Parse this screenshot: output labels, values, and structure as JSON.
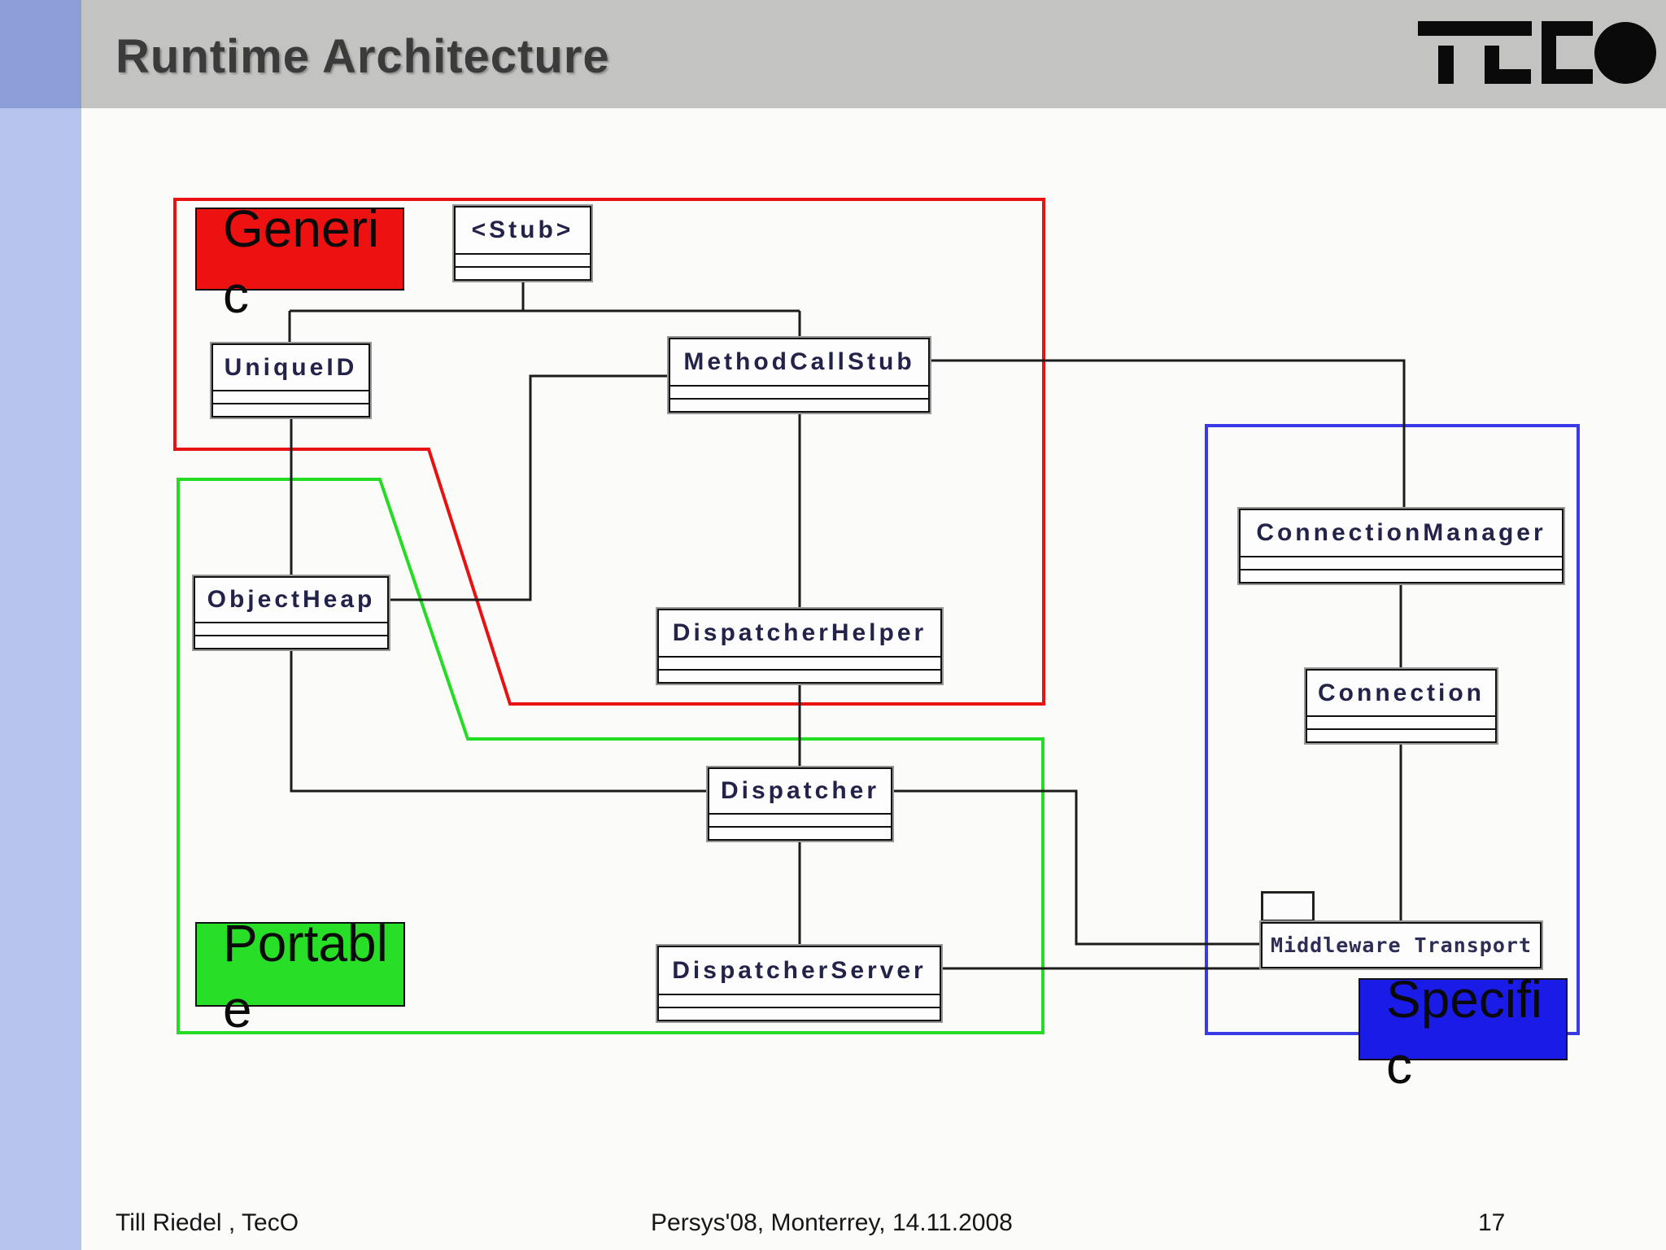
{
  "slide": {
    "title": "Runtime Architecture",
    "footer": {
      "author": "Till Riedel , TecO",
      "venue": "Persys'08, Monterrey, 14.11.2008",
      "page": "17"
    }
  },
  "logo": {
    "label": "TecO"
  },
  "diagram": {
    "type": "uml-class-diagram",
    "regions": [
      {
        "id": "generic",
        "label": "Generic",
        "wrapped_lines": [
          "Generi",
          "c"
        ],
        "fill": "#ee1111",
        "outline": "#e81212"
      },
      {
        "id": "portable",
        "label": "Portable",
        "wrapped_lines": [
          "Portabl",
          "e"
        ],
        "fill": "#27df27",
        "outline": "#24dc24"
      },
      {
        "id": "specific",
        "label": "Specific",
        "wrapped_lines": [
          "Specifi",
          "c"
        ],
        "fill": "#1b1be8",
        "outline": "#3a3ae8"
      }
    ],
    "classes": [
      {
        "name": "<Stub>"
      },
      {
        "name": "UniqueID"
      },
      {
        "name": "MethodCallStub"
      },
      {
        "name": "ObjectHeap"
      },
      {
        "name": "DispatcherHelper"
      },
      {
        "name": "Dispatcher"
      },
      {
        "name": "DispatcherServer"
      },
      {
        "name": "ConnectionManager"
      },
      {
        "name": "Connection"
      },
      {
        "name": "Middleware Transport"
      }
    ],
    "relations": [
      "Stub - UniqueID",
      "Stub - MethodCallStub",
      "UniqueID - ObjectHeap",
      "MethodCallStub - ObjectHeap",
      "MethodCallStub - DispatcherHelper",
      "MethodCallStub - ConnectionManager",
      "DispatcherHelper - Dispatcher",
      "ObjectHeap - Dispatcher",
      "Dispatcher - DispatcherServer",
      "Dispatcher - Middleware Transport",
      "DispatcherServer - Middleware Transport",
      "ConnectionManager - Connection",
      "Connection - Middleware Transport"
    ]
  }
}
